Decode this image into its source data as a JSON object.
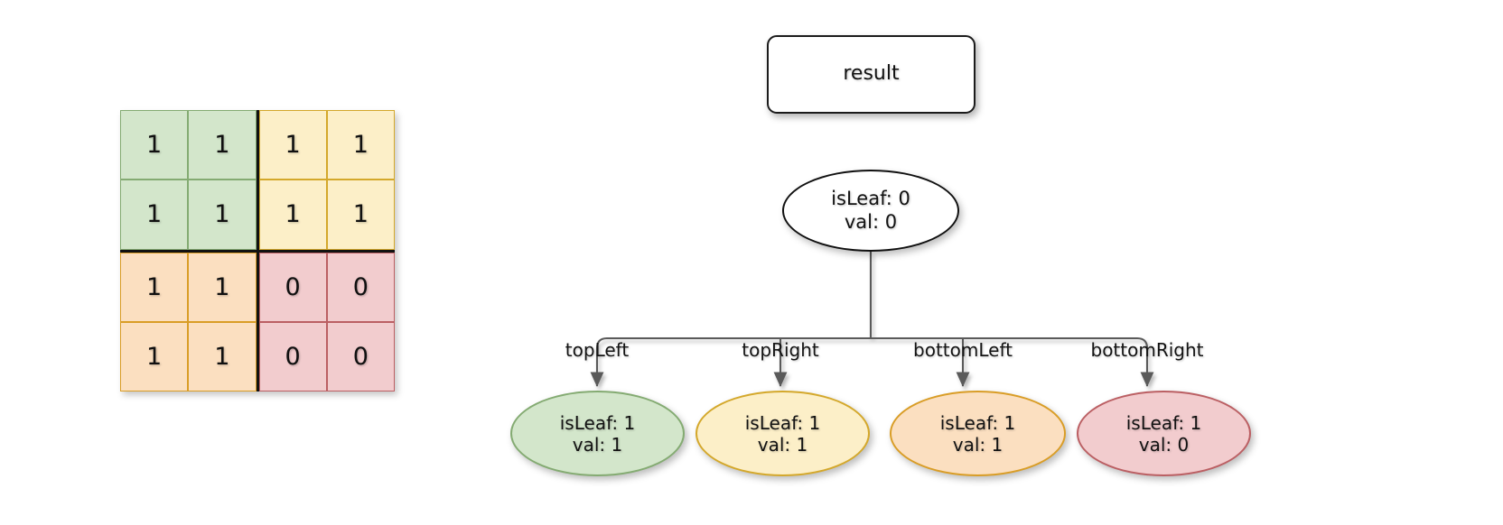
{
  "grid": {
    "name": "quad-grid",
    "rows": 4,
    "cols": 4,
    "quadrants": [
      {
        "name": "topLeft",
        "fill": "#d3e6cb",
        "border": "#84ab72",
        "values": [
          [
            "1",
            "1"
          ],
          [
            "1",
            "1"
          ]
        ]
      },
      {
        "name": "topRight",
        "fill": "#fcefc8",
        "border": "#d4a82b",
        "values": [
          [
            "1",
            "1"
          ],
          [
            "1",
            "1"
          ]
        ]
      },
      {
        "name": "bottomLeft",
        "fill": "#fbdfc0",
        "border": "#d99d26",
        "values": [
          [
            "1",
            "1"
          ],
          [
            "1",
            "1"
          ]
        ]
      },
      {
        "name": "bottomRight",
        "fill": "#f2ccce",
        "border": "#bb5f63",
        "values": [
          [
            "0",
            "0"
          ],
          [
            "0",
            "0"
          ]
        ]
      }
    ],
    "divider_color": "#111111"
  },
  "tree": {
    "result_box": {
      "label": "result",
      "fill": "#ffffff",
      "border": "#1b1b1b"
    },
    "root": {
      "line1": "isLeaf: 0",
      "line2": "val: 0",
      "fill": "#ffffff",
      "border": "#101010"
    },
    "edge_labels": [
      "topLeft",
      "topRight",
      "bottomLeft",
      "bottomRight"
    ],
    "children": [
      {
        "edge": "topLeft",
        "line1": "isLeaf: 1",
        "line2": "val: 1",
        "fill": "#d3e6cb",
        "border": "#84ab72"
      },
      {
        "edge": "topRight",
        "line1": "isLeaf: 1",
        "line2": "val: 1",
        "fill": "#fcefc8",
        "border": "#d4a82b"
      },
      {
        "edge": "bottomLeft",
        "line1": "isLeaf: 1",
        "line2": "val: 1",
        "fill": "#fbdfc0",
        "border": "#d99d26"
      },
      {
        "edge": "bottomRight",
        "line1": "isLeaf: 1",
        "line2": "val: 0",
        "fill": "#f2ccce",
        "border": "#bb5f63"
      }
    ],
    "connector_color": "#5a5a5a"
  }
}
